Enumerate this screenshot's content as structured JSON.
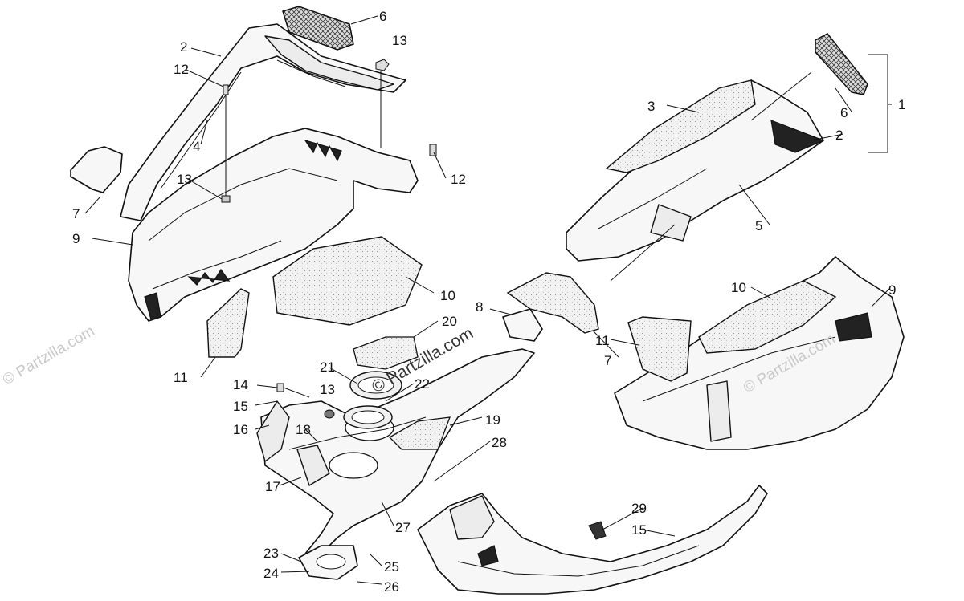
{
  "watermarks": {
    "left": "© Partzilla.com",
    "center": "© Partzilla.com",
    "right": "© Partzilla.com"
  },
  "callouts": [
    {
      "id": "c-6a",
      "text": "6"
    },
    {
      "id": "c-13a",
      "text": "13"
    },
    {
      "id": "c-2a",
      "text": "2"
    },
    {
      "id": "c-12a",
      "text": "12"
    },
    {
      "id": "c-4",
      "text": "4"
    },
    {
      "id": "c-13b",
      "text": "13"
    },
    {
      "id": "c-7a",
      "text": "7"
    },
    {
      "id": "c-9a",
      "text": "9"
    },
    {
      "id": "c-12b",
      "text": "12"
    },
    {
      "id": "c-10a",
      "text": "10"
    },
    {
      "id": "c-11a",
      "text": "11"
    },
    {
      "id": "c-20",
      "text": "20"
    },
    {
      "id": "c-8",
      "text": "8"
    },
    {
      "id": "c-21",
      "text": "21"
    },
    {
      "id": "c-22",
      "text": "22"
    },
    {
      "id": "c-14",
      "text": "14"
    },
    {
      "id": "c-13c",
      "text": "13"
    },
    {
      "id": "c-15a",
      "text": "15"
    },
    {
      "id": "c-16",
      "text": "16"
    },
    {
      "id": "c-18",
      "text": "18"
    },
    {
      "id": "c-19",
      "text": "19"
    },
    {
      "id": "c-28",
      "text": "28"
    },
    {
      "id": "c-17",
      "text": "17"
    },
    {
      "id": "c-27",
      "text": "27"
    },
    {
      "id": "c-23",
      "text": "23"
    },
    {
      "id": "c-24",
      "text": "24"
    },
    {
      "id": "c-25",
      "text": "25"
    },
    {
      "id": "c-26",
      "text": "26"
    },
    {
      "id": "c-3",
      "text": "3"
    },
    {
      "id": "c-6b",
      "text": "6"
    },
    {
      "id": "c-1",
      "text": "1"
    },
    {
      "id": "c-2b",
      "text": "2"
    },
    {
      "id": "c-5",
      "text": "5"
    },
    {
      "id": "c-10b",
      "text": "10"
    },
    {
      "id": "c-9b",
      "text": "9"
    },
    {
      "id": "c-11b",
      "text": "11"
    },
    {
      "id": "c-7b",
      "text": "7"
    },
    {
      "id": "c-29",
      "text": "29"
    },
    {
      "id": "c-15b",
      "text": "15"
    }
  ]
}
